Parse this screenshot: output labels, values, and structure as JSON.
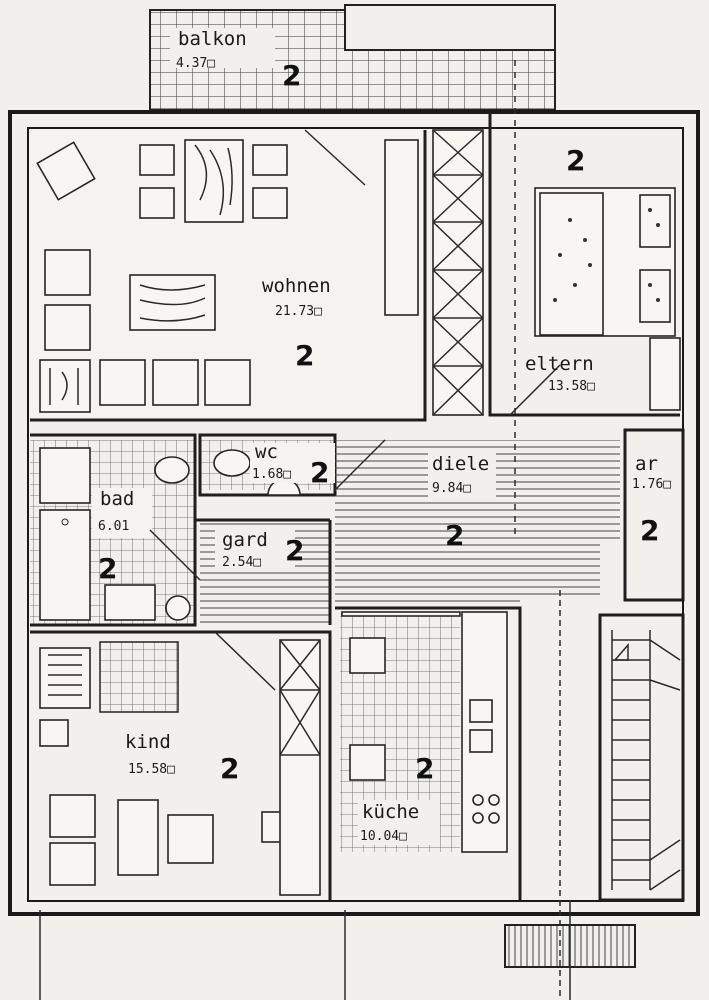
{
  "rooms": {
    "balkon": {
      "label": "balkon",
      "area": "4.37□",
      "marker": "2"
    },
    "wohnen": {
      "label": "wohnen",
      "area": "21.73□",
      "marker": "2"
    },
    "eltern": {
      "label": "eltern",
      "area": "13.58□",
      "marker": "2"
    },
    "wc": {
      "label": "wc",
      "area": "1.68□",
      "marker": "2"
    },
    "diele": {
      "label": "diele",
      "area": "9.84□",
      "marker": "2"
    },
    "ar": {
      "label": "ar",
      "area": "1.76□",
      "marker": "2"
    },
    "bad": {
      "label": "bad",
      "area": "6.01",
      "marker": "2"
    },
    "gard": {
      "label": "gard",
      "area": "2.54□",
      "marker": "2"
    },
    "kind": {
      "label": "kind",
      "area": "15.58□",
      "marker": "2"
    },
    "kueche": {
      "label": "küche",
      "area": "10.04□",
      "marker": "2"
    }
  }
}
